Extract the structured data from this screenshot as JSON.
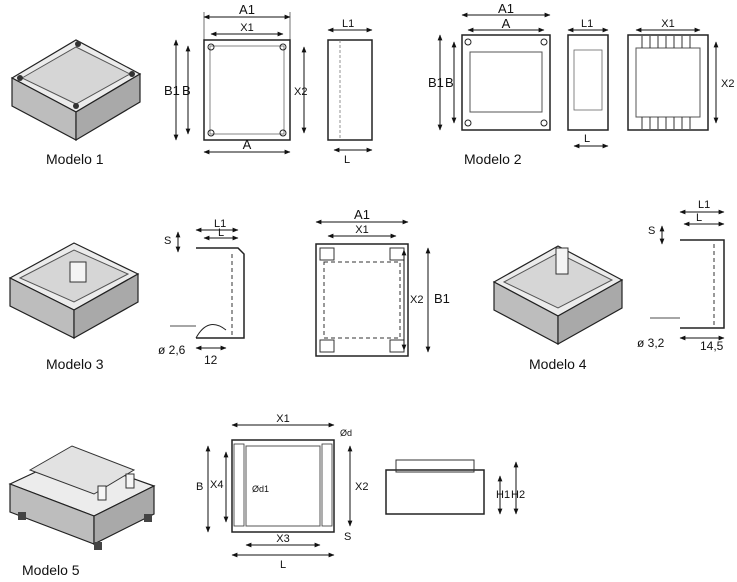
{
  "captions": {
    "m1": "Modelo 1",
    "m2": "Modelo 2",
    "m3": "Modelo 3",
    "m4": "Modelo 4",
    "m5": "Modelo 5"
  },
  "labels": {
    "a1": "A1",
    "x1": "X1",
    "a": "A",
    "b1": "B1",
    "b": "B",
    "x2": "X2",
    "l1": "L1",
    "l": "L",
    "s": "S",
    "x3": "X3",
    "x4": "X4",
    "h1": "H1",
    "h2": "H2",
    "od": "Ød",
    "od1": "Ød1",
    "d26": "ø 2,6",
    "d32": "ø 3,2",
    "n12": "12",
    "n145": "14,5"
  },
  "colors": {
    "line": "#222222",
    "boxTop": "#e4e4e4",
    "boxSide": "#b4b4b4",
    "boxFront": "#c8c8c8"
  }
}
